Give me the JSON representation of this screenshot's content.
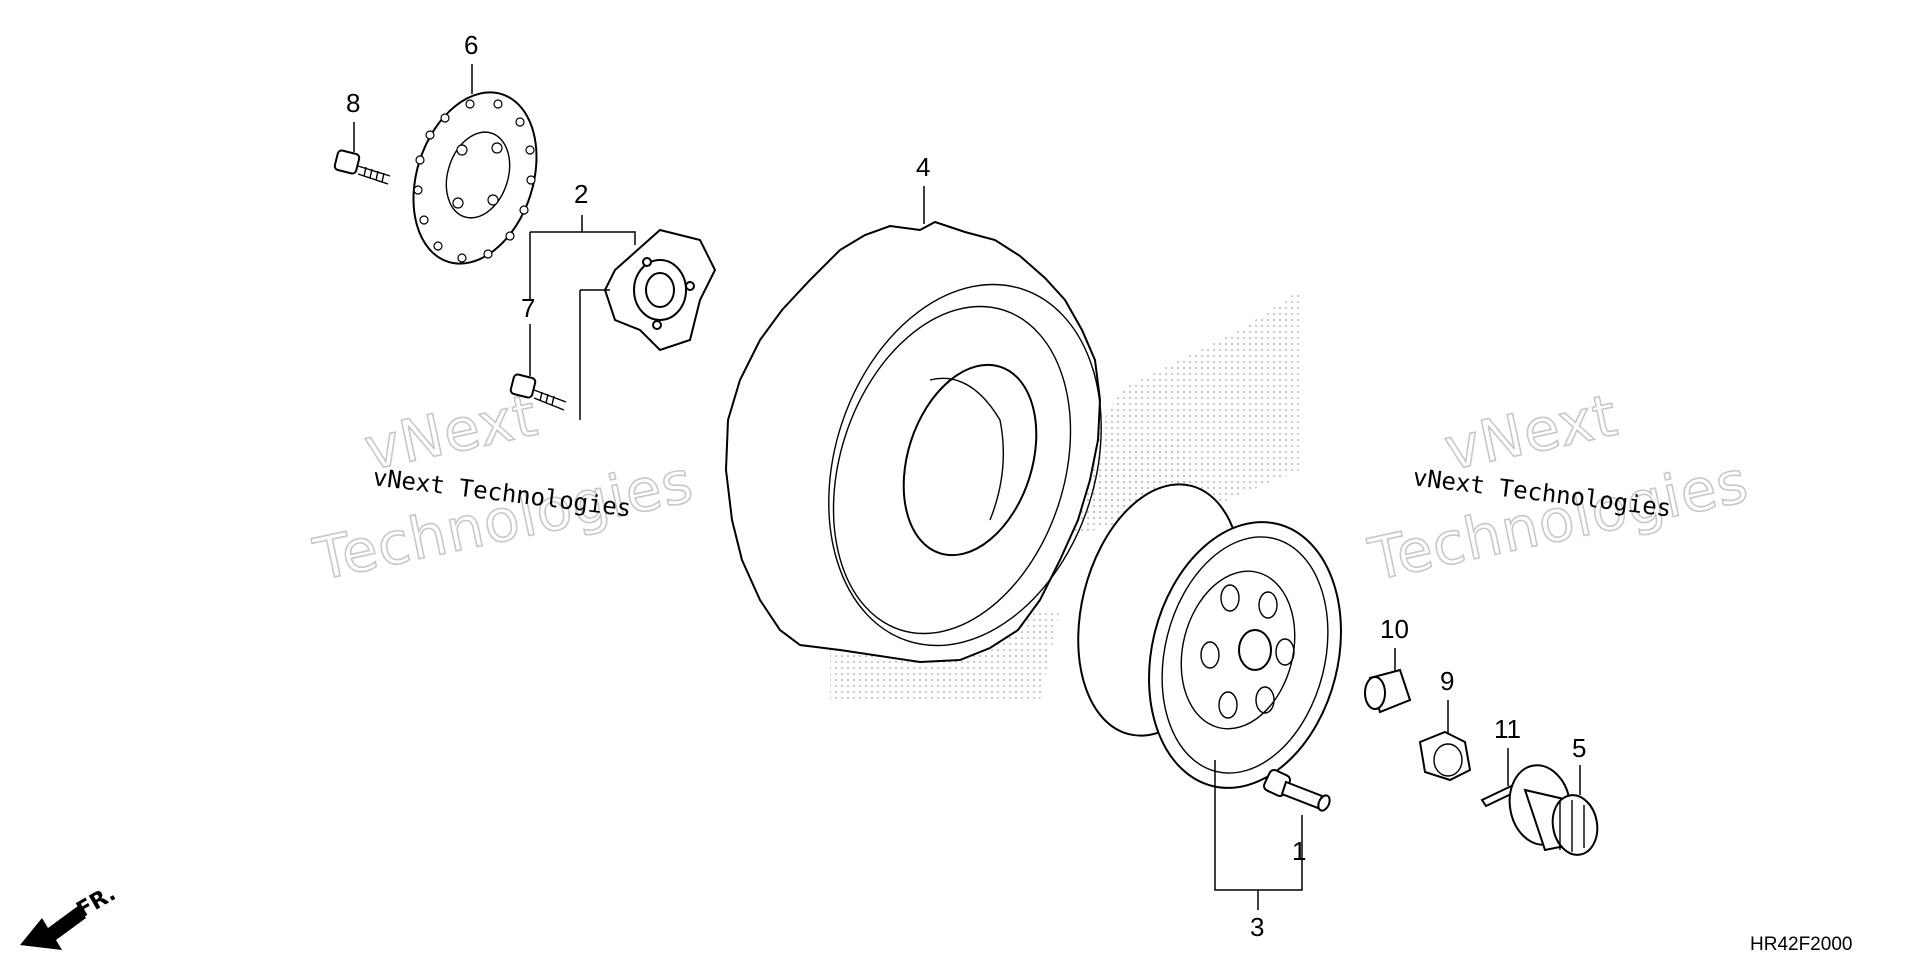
{
  "diagram": {
    "code": "HR42F2000",
    "direction_label": "FR.",
    "callouts": {
      "p1": "1",
      "p2": "2",
      "p3": "3",
      "p4": "4",
      "p5": "5",
      "p6": "6",
      "p7": "7",
      "p8": "8",
      "p9": "9",
      "p10": "10",
      "p11": "11"
    }
  },
  "watermarks": [
    {
      "small": "vNext Technologies",
      "big_top": "vNext",
      "big_bottom": "Technologies"
    },
    {
      "small": "vNext Technologies",
      "big_top": "vNext",
      "big_bottom": "Technologies"
    }
  ],
  "colors": {
    "line": "#000000",
    "watermark": "#c8c8c8",
    "halftone": "#b8b8b8"
  }
}
